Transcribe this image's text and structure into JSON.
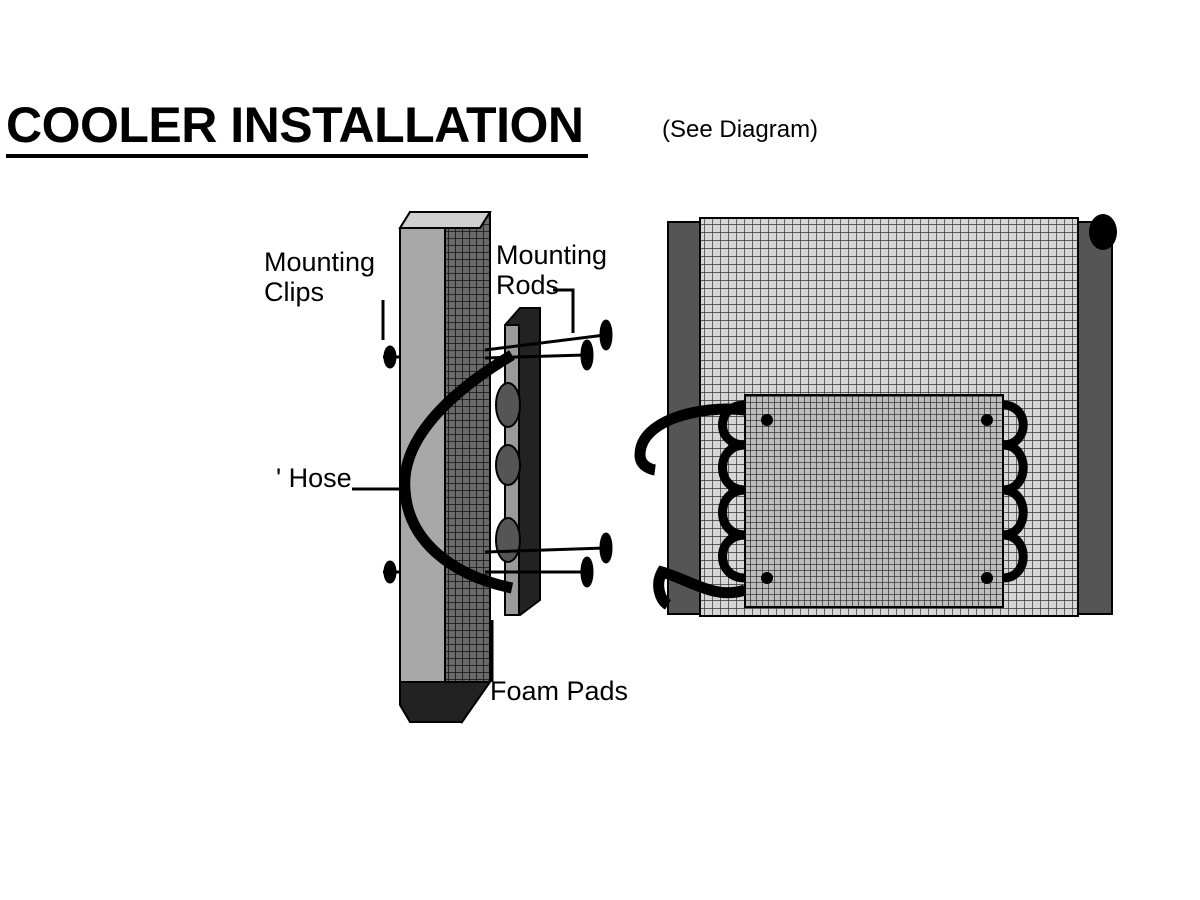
{
  "title": "COOLER INSTALLATION",
  "subtitle": "(See Diagram)",
  "labels": {
    "mounting_clips": [
      "Mounting",
      "Clips"
    ],
    "mounting_rods": [
      "Mounting",
      "Rods"
    ],
    "hose": "' Hose",
    "foam_pads": "Foam Pads"
  },
  "colors": {
    "ink": "#000000",
    "panel": "#a6a6a6",
    "tank": "#555555",
    "grid_bg": "#c8c8c8"
  }
}
